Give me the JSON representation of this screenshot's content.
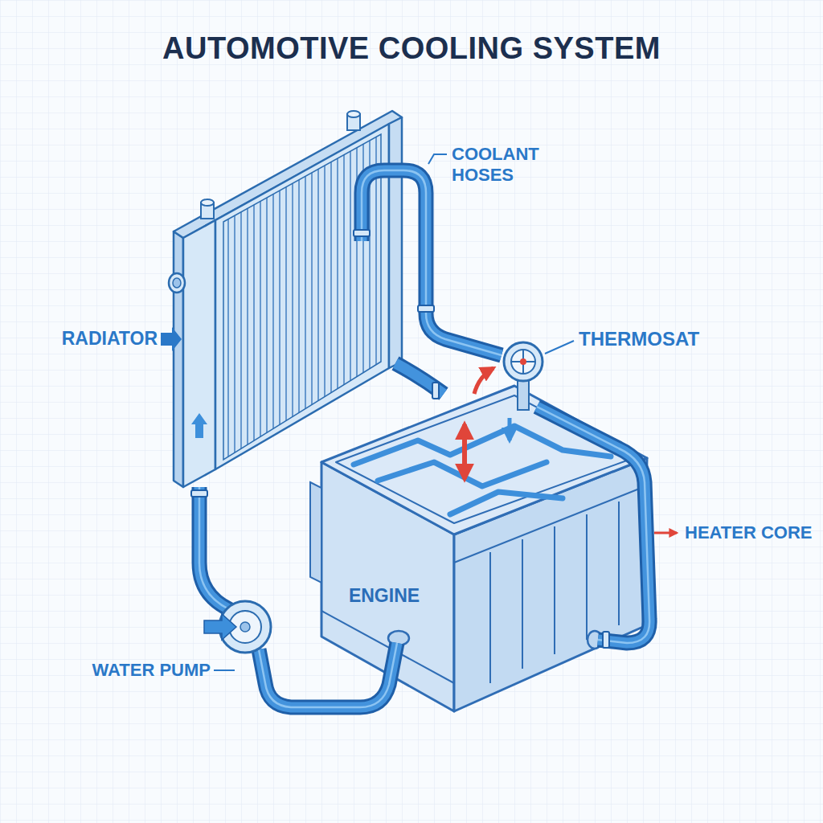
{
  "diagram": {
    "title": "AUTOMOTIVE COOLING SYSTEM",
    "labels": [
      "COOLANT HOSES",
      "THERMOSAT",
      "RADIATOR",
      "HEATER CORE",
      "ENGINE",
      "WATER PUMP"
    ]
  }
}
